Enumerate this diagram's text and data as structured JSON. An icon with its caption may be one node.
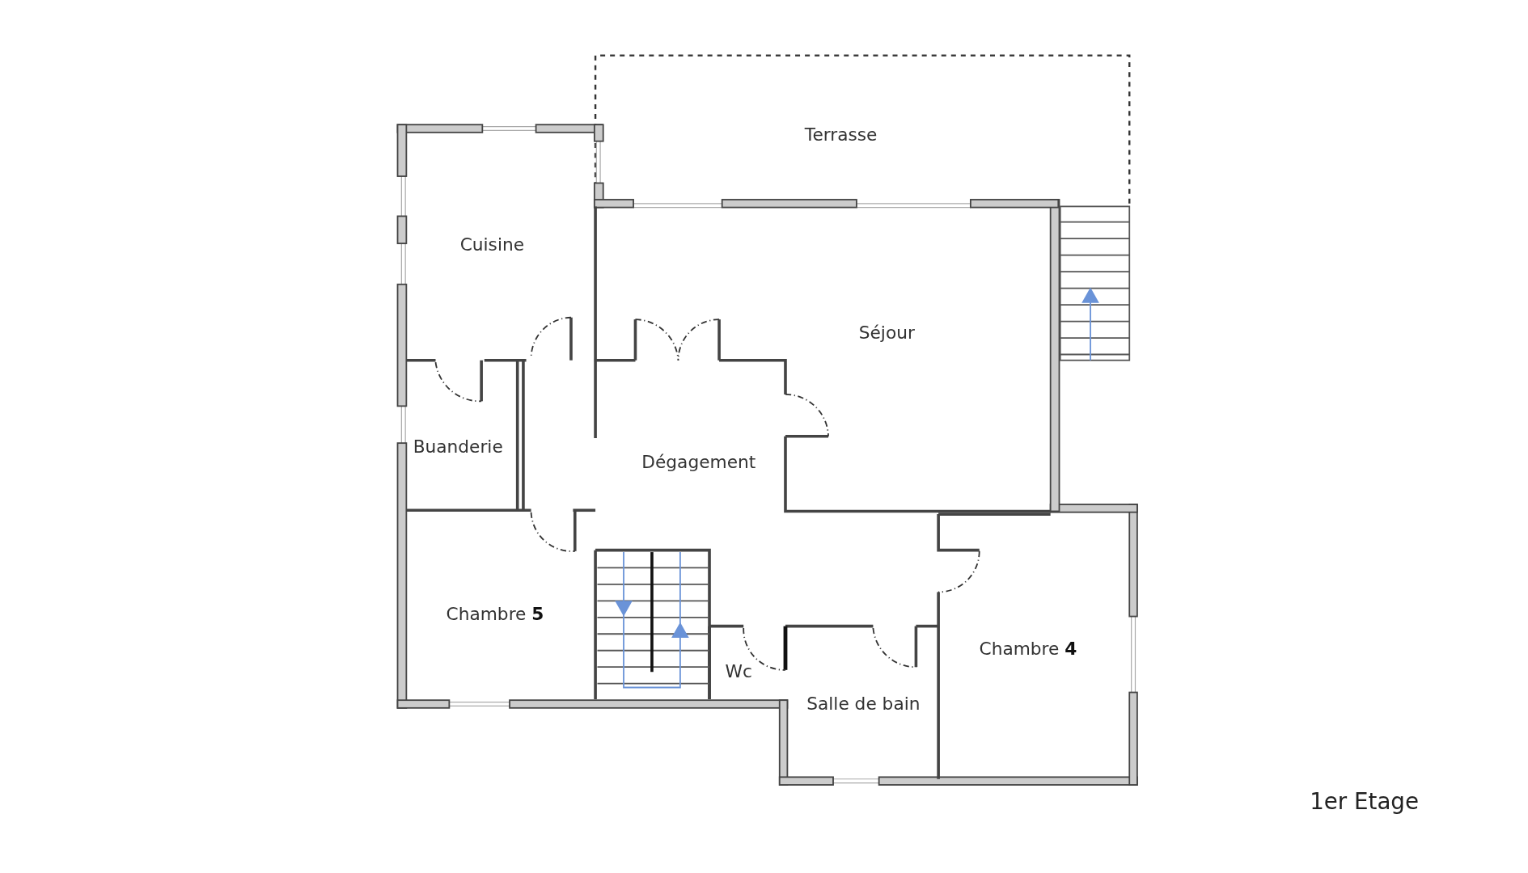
{
  "diagram": {
    "nodes": [
      {
        "text": [
          "Terrasse"
        ]
      },
      {
        "text": [
          "Cuisine"
        ]
      },
      {
        "text": [
          "Séjour"
        ]
      },
      {
        "text": [
          "Buanderie"
        ]
      },
      {
        "text": [
          "Dégagement"
        ]
      },
      {
        "text": [
          "Chambre **5**"
        ]
      },
      {
        "text": [
          "Wc"
        ]
      },
      {
        "text": [
          "Salle de bain"
        ]
      },
      {
        "text": [
          "Chambre **4**"
        ]
      }
    ],
    "labels": [
      "1er Etage"
    ]
  }
}
